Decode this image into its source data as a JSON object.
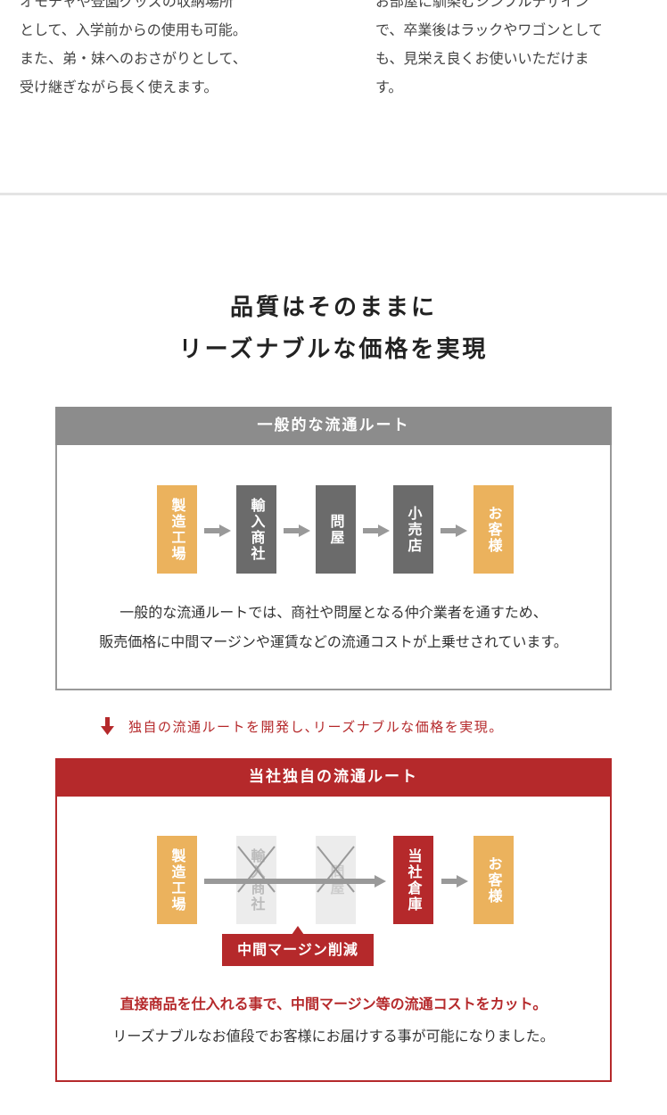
{
  "intro": {
    "left": [
      "オモチャや登園グッズの収納場所",
      "として、入学前からの使用も可能。",
      "また、弟・妹へのおさがりとして、",
      "受け継ぎながら長く使えます。"
    ],
    "right": [
      "お部屋に馴染むシンプルデザイン",
      "で、卒業後はラックやワゴンとして",
      "も、見栄え良くお使いいただけま",
      "す。"
    ]
  },
  "heading": [
    "品質はそのままに",
    "リーズナブルな価格を実現"
  ],
  "general": {
    "title": "一般的な流通ルート",
    "nodes": [
      "製造工場",
      "輸入商社",
      "問屋",
      "小売店",
      "お客様"
    ],
    "desc": [
      "一般的な流通ルートでは、商社や問屋となる仲介業者を通すため、",
      "販売価格に中間マージンや運賃などの流通コストが上乗せされています。"
    ]
  },
  "transition": "独自の流通ルートを開発し､リーズナブルな価格を実現。",
  "own": {
    "title": "当社独自の流通ルート",
    "nodes": [
      "製造工場",
      "輸入商社",
      "問屋",
      "当社倉庫",
      "お客様"
    ],
    "badge": "中間マージン削減",
    "desc_red": "直接商品を仕入れる事で、中間マージン等の流通コストをカット。",
    "desc": "リーズナブルなお値段でお客様にお届けする事が可能になりました。"
  },
  "colors": {
    "orange": "#ebb25d",
    "gray": "#6b6b6b",
    "red": "#b5292b",
    "light": "#ececec"
  }
}
